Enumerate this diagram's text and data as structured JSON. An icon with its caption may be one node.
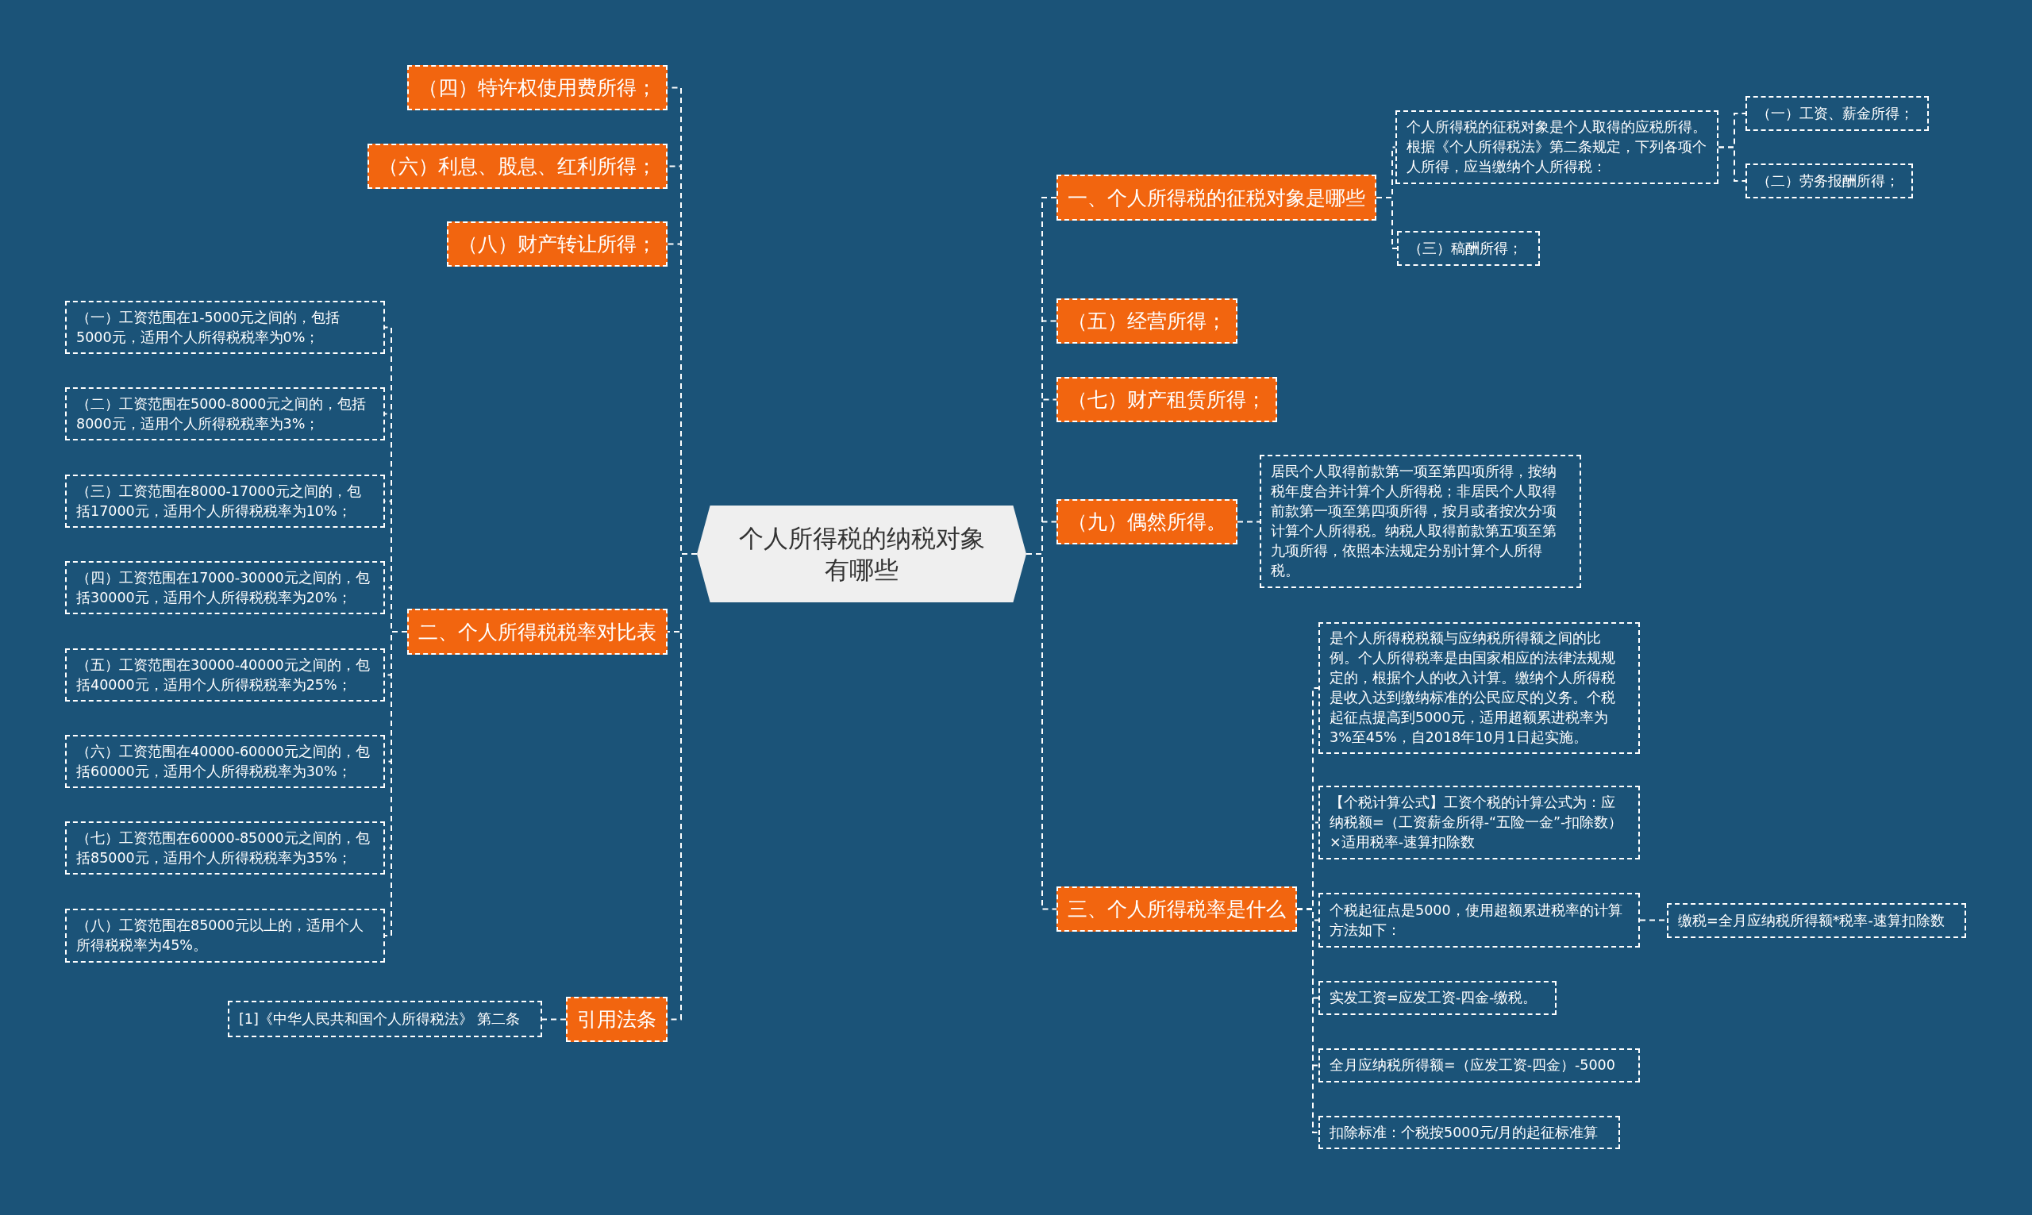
{
  "diagram": {
    "nodes": [
      {
        "text": [
          "个人所得税的纳税对象有哪些"
        ]
      },
      {
        "text": [
          "一、个人所得税的征税对象是哪些"
        ]
      },
      {
        "text": [
          "个人所得税的征税对象是个人取得的应税所得。根据《个人所得税法》第二条规定，下列各项个人所得，应当缴纳个人所得税："
        ]
      },
      {
        "text": [
          "（一）工资、薪金所得；"
        ]
      },
      {
        "text": [
          "（二）劳务报酬所得；"
        ]
      },
      {
        "text": [
          "（三）稿酬所得；"
        ]
      },
      {
        "text": [
          "（五）经营所得；"
        ]
      },
      {
        "text": [
          "（七）财产租赁所得；"
        ]
      },
      {
        "text": [
          "（九）偶然所得。"
        ]
      },
      {
        "text": [
          "居民个人取得前款第一项至第四项所得，按纳税年度合并计算个人所得税；非居民个人取得前款第一项至第四项所得，按月或者按次分项计算个人所得税。纳税人取得前款第五项至第九项所得，依照本法规定分别计算个人所得税。"
        ]
      },
      {
        "text": [
          "三、个人所得税率是什么"
        ]
      },
      {
        "text": [
          "是个人所得税税额与应纳税所得额之间的比例。个人所得税率是由国家相应的法律法规规定的，根据个人的收入计算。缴纳个人所得税是收入达到缴纳标准的公民应尽的义务。个税起征点提高到5000元，适用超额累进税率为3%至45%，自2018年10月1日起实施。"
        ]
      },
      {
        "text": [
          "【个税计算公式】工资个税的计算公式为：应纳税额=（工资薪金所得-“五险一金”-扣除数）×适用税率-速算扣除数"
        ]
      },
      {
        "text": [
          "个税起征点是5000，使用超额累进税率的计算方法如下："
        ]
      },
      {
        "text": [
          "缴税=全月应纳税所得额*税率-速算扣除数"
        ]
      },
      {
        "text": [
          "实发工资=应发工资-四金-缴税。"
        ]
      },
      {
        "text": [
          "全月应纳税所得额=（应发工资-四金）-5000"
        ]
      },
      {
        "text": [
          "扣除标准：个税按5000元/月的起征标准算"
        ]
      },
      {
        "text": [
          "（四）特许权使用费所得；"
        ]
      },
      {
        "text": [
          "（六）利息、股息、红利所得；"
        ]
      },
      {
        "text": [
          "（八）财产转让所得；"
        ]
      },
      {
        "text": [
          "二、个人所得税税率对比表"
        ]
      },
      {
        "text": [
          "（一）工资范围在1-5000元之间的，包括5000元，适用个人所得税税率为0%；"
        ]
      },
      {
        "text": [
          "（二）工资范围在5000-8000元之间的，包括8000元，适用个人所得税税率为3%；"
        ]
      },
      {
        "text": [
          "（三）工资范围在8000-17000元之间的，包括17000元，适用个人所得税税率为10%；"
        ]
      },
      {
        "text": [
          "（四）工资范围在17000-30000元之间的，包括30000元，适用个人所得税税率为20%；"
        ]
      },
      {
        "text": [
          "（五）工资范围在30000-40000元之间的，包括40000元，适用个人所得税税率为25%；"
        ]
      },
      {
        "text": [
          "（六）工资范围在40000-60000元之间的，包括60000元，适用个人所得税税率为30%；"
        ]
      },
      {
        "text": [
          "（七）工资范围在60000-85000元之间的，包括85000元，适用个人所得税税率为35%；"
        ]
      },
      {
        "text": [
          "（八）工资范围在85000元以上的，适用个人所得税税率为45%。"
        ]
      },
      {
        "text": [
          "引用法条"
        ]
      },
      {
        "text": [
          "[1]《中华人民共和国个人所得税法》 第二条"
        ]
      }
    ],
    "edges": [
      {
        "from": 0,
        "to": 1,
        "arrow": "none"
      },
      {
        "from": 1,
        "to": 2,
        "arrow": "none"
      },
      {
        "from": 2,
        "to": 3,
        "arrow": "none"
      },
      {
        "from": 2,
        "to": 4,
        "arrow": "none"
      },
      {
        "from": 1,
        "to": 5,
        "arrow": "none"
      },
      {
        "from": 0,
        "to": 6,
        "arrow": "none"
      },
      {
        "from": 0,
        "to": 7,
        "arrow": "none"
      },
      {
        "from": 0,
        "to": 8,
        "arrow": "none"
      },
      {
        "from": 8,
        "to": 9,
        "arrow": "none"
      },
      {
        "from": 0,
        "to": 10,
        "arrow": "none"
      },
      {
        "from": 10,
        "to": 11,
        "arrow": "none"
      },
      {
        "from": 10,
        "to": 12,
        "arrow": "none"
      },
      {
        "from": 10,
        "to": 13,
        "arrow": "none"
      },
      {
        "from": 13,
        "to": 14,
        "arrow": "none"
      },
      {
        "from": 10,
        "to": 15,
        "arrow": "none"
      },
      {
        "from": 10,
        "to": 16,
        "arrow": "none"
      },
      {
        "from": 10,
        "to": 17,
        "arrow": "none"
      },
      {
        "from": 0,
        "to": 18,
        "arrow": "none"
      },
      {
        "from": 0,
        "to": 19,
        "arrow": "none"
      },
      {
        "from": 0,
        "to": 20,
        "arrow": "none"
      },
      {
        "from": 0,
        "to": 21,
        "arrow": "none"
      },
      {
        "from": 21,
        "to": 22,
        "arrow": "none"
      },
      {
        "from": 21,
        "to": 23,
        "arrow": "none"
      },
      {
        "from": 21,
        "to": 24,
        "arrow": "none"
      },
      {
        "from": 21,
        "to": 25,
        "arrow": "none"
      },
      {
        "from": 21,
        "to": 26,
        "arrow": "none"
      },
      {
        "from": 21,
        "to": 27,
        "arrow": "none"
      },
      {
        "from": 21,
        "to": 28,
        "arrow": "none"
      },
      {
        "from": 21,
        "to": 29,
        "arrow": "none"
      },
      {
        "from": 0,
        "to": 30,
        "arrow": "none"
      },
      {
        "from": 30,
        "to": 31,
        "arrow": "none"
      }
    ]
  }
}
